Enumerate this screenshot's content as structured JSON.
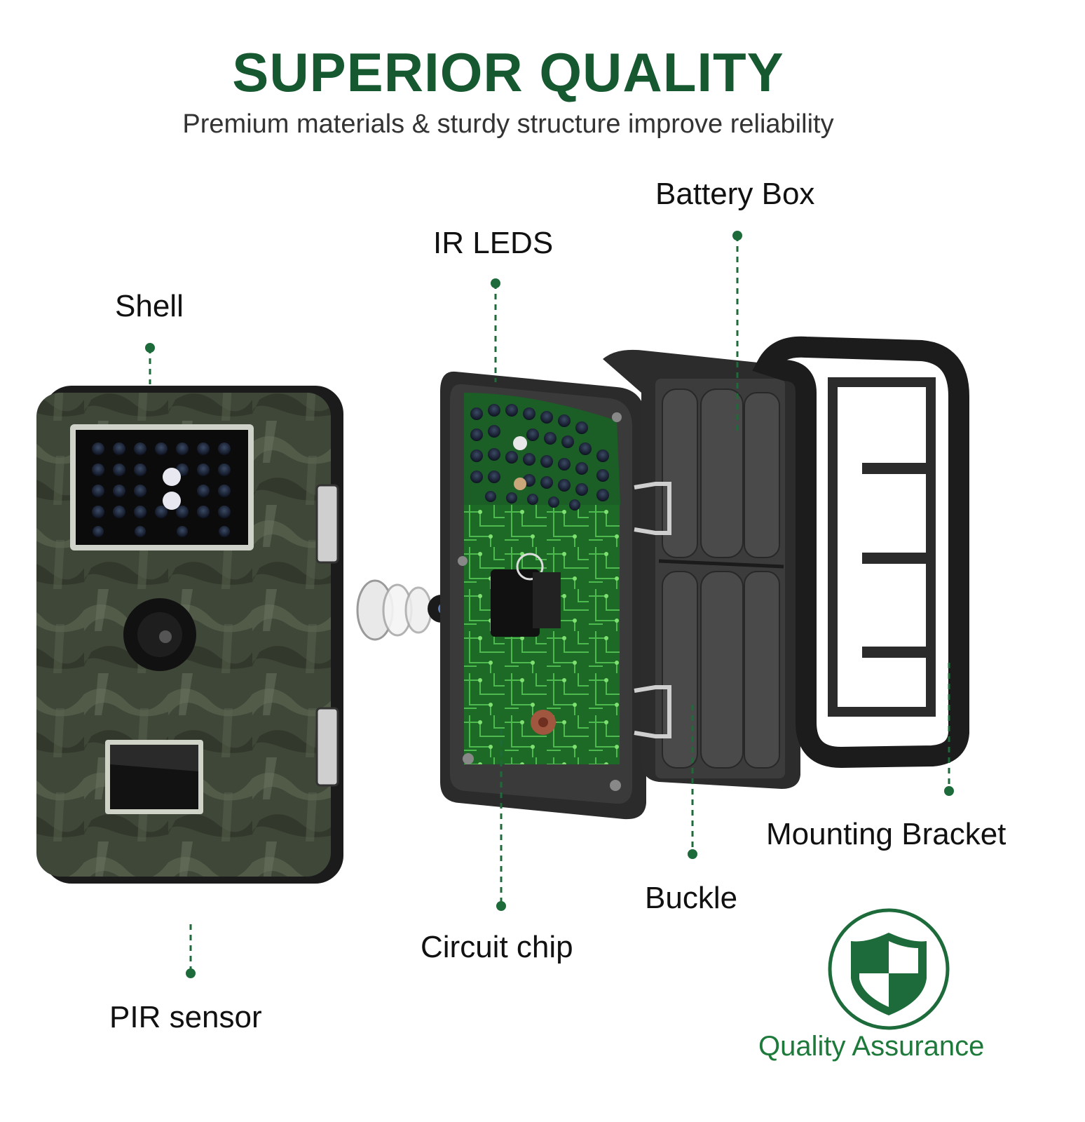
{
  "header": {
    "title": "SUPERIOR QUALITY",
    "subtitle": "Premium materials & sturdy structure improve reliability"
  },
  "callouts": {
    "shell": "Shell",
    "ir_leds": "IR LEDS",
    "battery_box": "Battery Box",
    "circuit_chip": "Circuit chip",
    "buckle": "Buckle",
    "mounting_bracket": "Mounting Bracket",
    "pir_sensor": "PIR sensor"
  },
  "badge": {
    "label": "Quality Assurance",
    "icon": "shield-icon"
  },
  "colors": {
    "brand_green": "#16582f",
    "callout_green": "#1d6b3a",
    "camo_dark": "#3e4637",
    "housing_dark": "#2a2a2a",
    "pcb_green": "#1f7a2a"
  }
}
